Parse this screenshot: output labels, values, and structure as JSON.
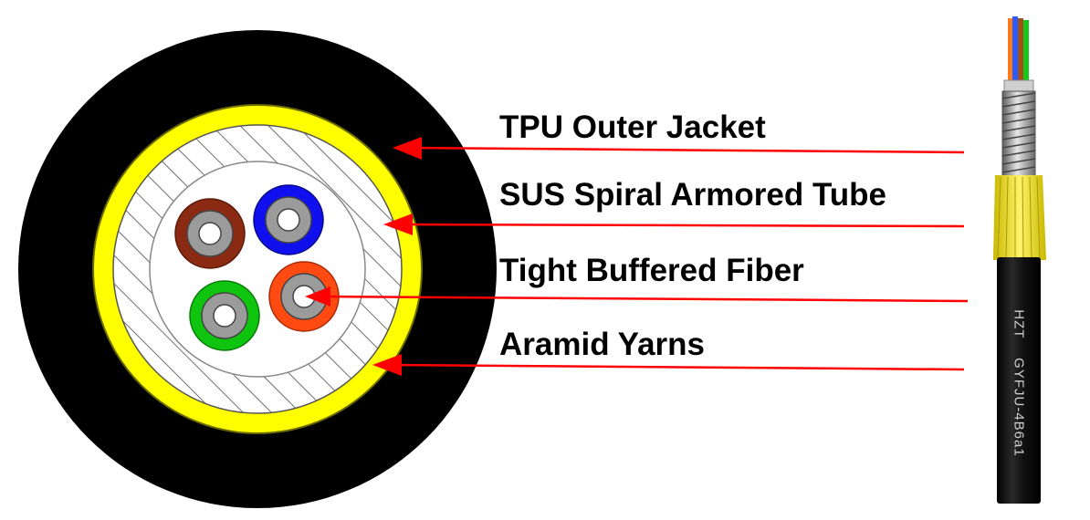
{
  "labels": [
    {
      "id": "jacket",
      "text": "TPU Outer Jacket"
    },
    {
      "id": "armor",
      "text": "SUS Spiral Armored Tube"
    },
    {
      "id": "fiber",
      "text": "Tight Buffered Fiber"
    },
    {
      "id": "aramid",
      "text": "Aramid Yarns"
    }
  ],
  "cable_print": {
    "brand": "HZT",
    "model": "GYFJU-4B6a1"
  },
  "colors": {
    "jacket": "#000000",
    "aramid": "#ffff00",
    "arrow": "#ff0000",
    "fiber_brown": "#8b2a12",
    "fiber_blue": "#1010ee",
    "fiber_green": "#0fc40f",
    "fiber_orange": "#ff4a12",
    "buffer_gray": "#9b9b9b"
  }
}
